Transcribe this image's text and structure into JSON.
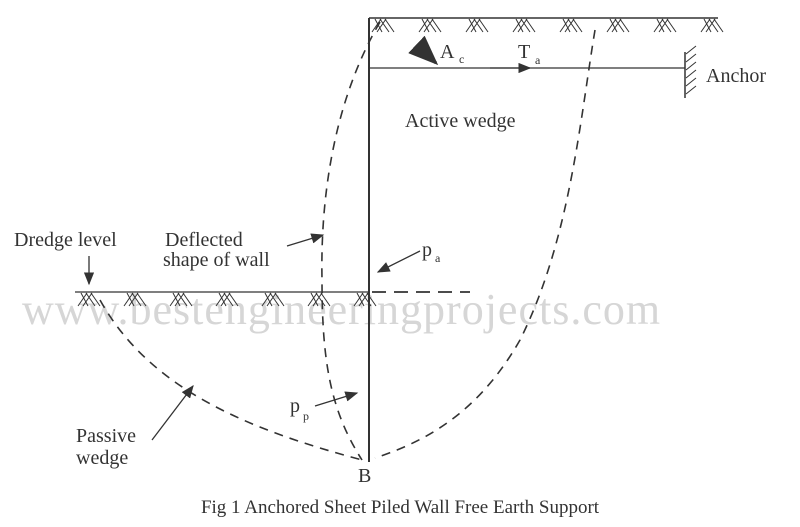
{
  "figure": {
    "caption": "Fig 1 Anchored Sheet Piled Wall Free Earth Support",
    "watermark": "www.bestengineeringprojects.com",
    "labels": {
      "ac_main": "A",
      "ac_sub": "c",
      "ta_main": "T",
      "ta_sub": "a",
      "anchor": "Anchor",
      "active_wedge": "Active wedge",
      "dredge_level": "Dredge level",
      "deflected_1": "Deflected",
      "deflected_2": "shape of wall",
      "pa_main": "p",
      "pa_sub": "a",
      "pp_main": "p",
      "pp_sub": "p",
      "passive_1": "Passive",
      "passive_2": "wedge",
      "point_b": "B"
    },
    "colors": {
      "ink": "#333333",
      "watermark": "#d6d6d6"
    }
  }
}
